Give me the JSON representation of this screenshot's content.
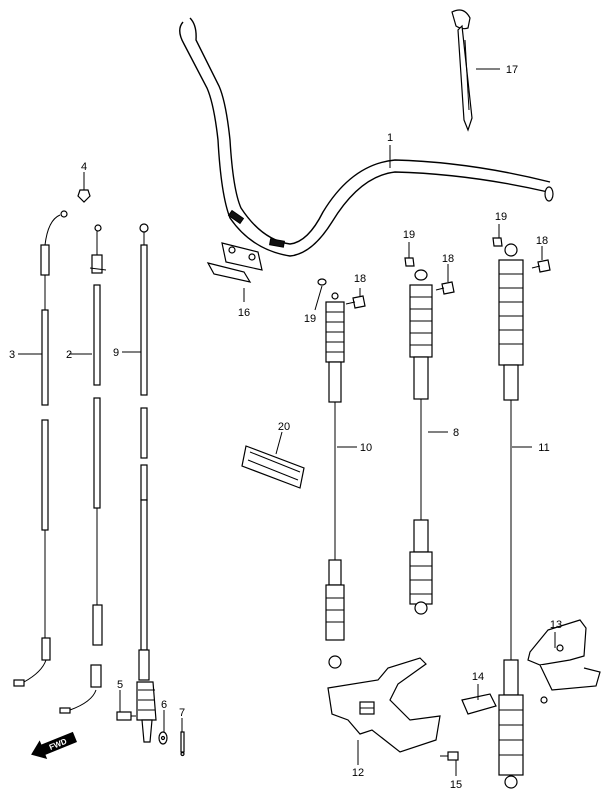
{
  "callouts": {
    "c1": "1",
    "c2": "2",
    "c3": "3",
    "c4": "4",
    "c5": "5",
    "c6": "6",
    "c7": "7",
    "c8": "8",
    "c9": "9",
    "c10": "10",
    "c11": "11",
    "c12": "12",
    "c13": "13",
    "c14": "14",
    "c15": "15",
    "c16": "16",
    "c17": "17",
    "c18a": "18",
    "c18b": "18",
    "c18c": "18",
    "c19a": "19",
    "c19b": "19",
    "c19c": "19",
    "c20": "20"
  },
  "direction_badge": "FWD"
}
